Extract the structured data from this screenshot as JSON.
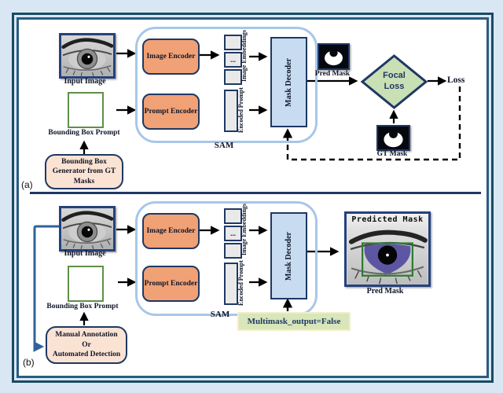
{
  "colors": {
    "background": "#d9e7f4",
    "frame_outer": "#1a4a61",
    "frame_inner": "#2a5d80",
    "navy": "#1f3864",
    "encoder_orange": "#f0a175",
    "decoder_blue": "#c7dcf0",
    "sam_border_blue": "#a8c7e8",
    "peach": "#fbe3d4",
    "diamond_green": "#c9dfb4",
    "multimask_green": "#d8e6ba",
    "bbox_green": "#5f9049",
    "connector_blue": "#2f639b"
  },
  "panel_a": {
    "tag": "(a)",
    "input_image_label": "Input Image",
    "image_encoder_label": "Image Encoder",
    "prompt_encoder_label": "Prompt Encoder",
    "image_embeddings_label": "Image Embeddings",
    "embedding_dots": "...",
    "encoded_prompt_label": "Encoded Prompt",
    "mask_decoder_label": "Mask Decoder",
    "sam_label": "SAM",
    "bounding_box_prompt_label": "Bounding Box Prompt",
    "generator_lines": [
      "Bounding Box",
      "Generator from GT",
      "Masks"
    ],
    "pred_mask_label": "Pred Mask",
    "focal_loss_lines": [
      "Focal",
      "Loss"
    ],
    "loss_label": "Loss",
    "gt_mask_label": "GT Mask"
  },
  "panel_b": {
    "tag": "(b)",
    "input_image_label": "Input Image",
    "image_encoder_label": "Image Encoder",
    "prompt_encoder_label": "Prompt Encoder",
    "image_embeddings_label": "Image Embeddings",
    "embedding_dots": "...",
    "encoded_prompt_label": "Encoded Prompt",
    "mask_decoder_label": "Mask Decoder",
    "sam_label": "SAM",
    "bounding_box_prompt_label": "Bounding Box Prompt",
    "manual_lines": [
      "Manual Annotation",
      "Or",
      "Automated Detection"
    ],
    "multimask_label": "Multimask_output=False",
    "predicted_mask_title": "Predicted Mask",
    "pred_mask_label": "Pred Mask"
  }
}
